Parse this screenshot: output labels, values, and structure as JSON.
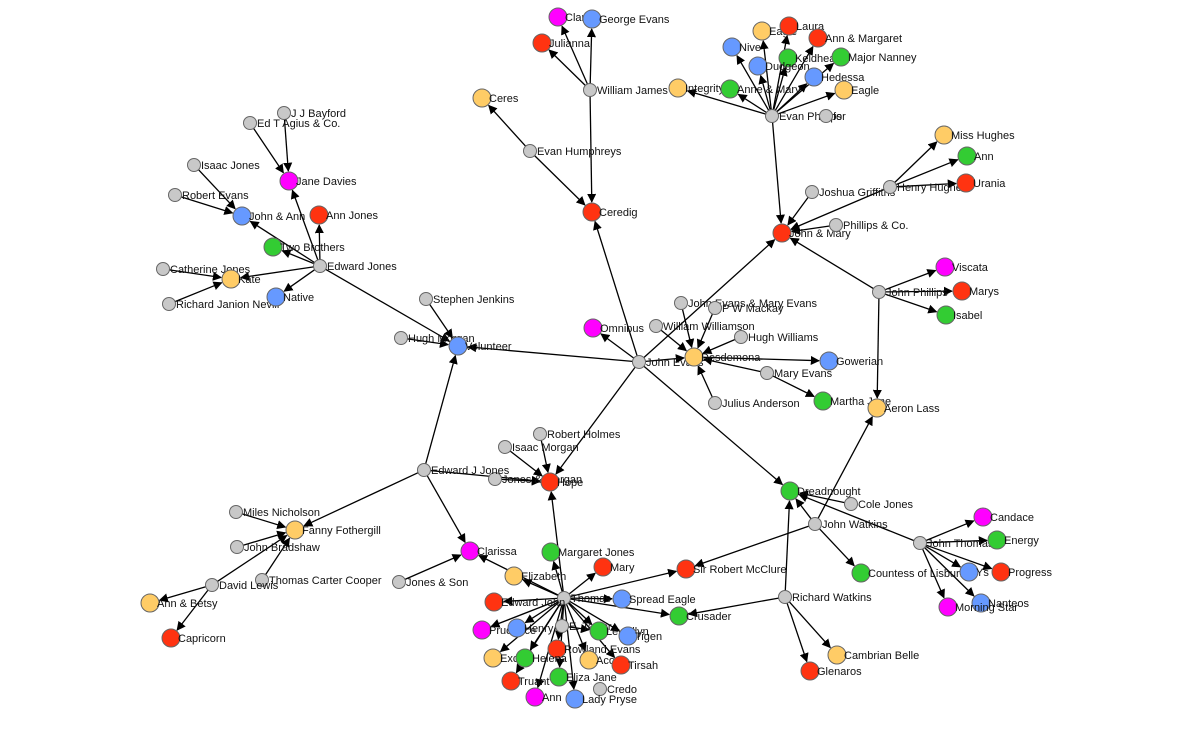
{
  "palette": {
    "owner": "#c8c8c8",
    "orange": "#ffcc66",
    "red": "#ff3311",
    "green": "#33cc33",
    "blue": "#6699ff",
    "magenta": "#ff00ff",
    "edge": "#000000",
    "label": "#111111"
  },
  "nodes": [
    {
      "id": "ceres",
      "label": "Ceres",
      "color": "orange"
    },
    {
      "id": "evan_humphreys",
      "label": "Evan Humphreys",
      "color": "owner"
    },
    {
      "id": "ceredig",
      "label": "Ceredig",
      "color": "red"
    },
    {
      "id": "william_james",
      "label": "William James",
      "color": "owner"
    },
    {
      "id": "clara",
      "label": "Clara",
      "color": "magenta"
    },
    {
      "id": "george_evans",
      "label": "George Evans",
      "color": "blue"
    },
    {
      "id": "julianna",
      "label": "Julianna",
      "color": "red"
    },
    {
      "id": "integrity",
      "label": "Integrity",
      "color": "orange"
    },
    {
      "id": "evan_phillips",
      "label": "Evan Phillips",
      "color": "owner"
    },
    {
      "id": "eagle_top",
      "label": "Eagle",
      "color": "orange"
    },
    {
      "id": "laura",
      "label": "Laura",
      "color": "red"
    },
    {
      "id": "ann_margaret",
      "label": "Ann & Margaret",
      "color": "red"
    },
    {
      "id": "nive",
      "label": "Nive",
      "color": "blue"
    },
    {
      "id": "keldhead",
      "label": "Keldhead",
      "color": "green"
    },
    {
      "id": "major_nanney",
      "label": "Major Nanney",
      "color": "green"
    },
    {
      "id": "dudgeon",
      "label": "Dudgeon",
      "color": "blue"
    },
    {
      "id": "hedessa",
      "label": "Hedessa",
      "color": "blue"
    },
    {
      "id": "eagle_right",
      "label": "Eagle",
      "color": "orange"
    },
    {
      "id": "anne_mary",
      "label": "Anne & Mary",
      "color": "green"
    },
    {
      "id": "for_node",
      "label": "for",
      "color": "owner"
    },
    {
      "id": "j_j_bayford",
      "label": "J J Bayford",
      "color": "owner"
    },
    {
      "id": "ed_agius",
      "label": "Ed T Agius & Co.",
      "color": "owner"
    },
    {
      "id": "jane_davies",
      "label": "Jane Davies",
      "color": "magenta"
    },
    {
      "id": "isaac_jones",
      "label": "Isaac Jones",
      "color": "owner"
    },
    {
      "id": "robert_evans",
      "label": "Robert Evans",
      "color": "owner"
    },
    {
      "id": "john_ann",
      "label": "John & Ann",
      "color": "blue"
    },
    {
      "id": "ann_jones",
      "label": "Ann Jones",
      "color": "red"
    },
    {
      "id": "two_brothers",
      "label": "Two Brothers",
      "color": "green"
    },
    {
      "id": "edward_jones",
      "label": "Edward Jones",
      "color": "owner"
    },
    {
      "id": "catherine_jones",
      "label": "Catherine Jones",
      "color": "owner"
    },
    {
      "id": "kate",
      "label": "Kate",
      "color": "orange"
    },
    {
      "id": "richard_janion",
      "label": "Richard Janion Nevill",
      "color": "owner"
    },
    {
      "id": "native",
      "label": "Native",
      "color": "blue"
    },
    {
      "id": "stephen_jenkins",
      "label": "Stephen Jenkins",
      "color": "owner"
    },
    {
      "id": "hugh_morgan",
      "label": "Hugh Morgan",
      "color": "owner"
    },
    {
      "id": "volunteer",
      "label": "Volunteer",
      "color": "blue"
    },
    {
      "id": "john_evans",
      "label": "John Evans",
      "color": "owner"
    },
    {
      "id": "omnibus",
      "label": "Omnibus",
      "color": "magenta"
    },
    {
      "id": "desdemona",
      "label": "Desdemona",
      "color": "orange"
    },
    {
      "id": "john_evans_mary",
      "label": "John Evans & Mary Evans",
      "color": "owner"
    },
    {
      "id": "p_w_mackay",
      "label": "P W Mackay",
      "color": "owner"
    },
    {
      "id": "william_williamson",
      "label": "William Williamson",
      "color": "owner"
    },
    {
      "id": "hugh_williams",
      "label": "Hugh Williams",
      "color": "owner"
    },
    {
      "id": "mary_evans",
      "label": "Mary Evans",
      "color": "owner"
    },
    {
      "id": "gowerian",
      "label": "Gowerian",
      "color": "blue"
    },
    {
      "id": "julius_anderson",
      "label": "Julius Anderson",
      "color": "owner"
    },
    {
      "id": "martha_jane",
      "label": "Martha Jane",
      "color": "green"
    },
    {
      "id": "joshua_griffiths",
      "label": "Joshua Griffiths",
      "color": "owner"
    },
    {
      "id": "john_mary",
      "label": "John & Mary",
      "color": "red"
    },
    {
      "id": "phillips_co",
      "label": "Phillips & Co.",
      "color": "owner"
    },
    {
      "id": "henry_hughes",
      "label": "Henry Hughes",
      "color": "owner"
    },
    {
      "id": "miss_hughes",
      "label": "Miss Hughes",
      "color": "orange"
    },
    {
      "id": "ann_right",
      "label": "Ann",
      "color": "green"
    },
    {
      "id": "urania",
      "label": "Urania",
      "color": "red"
    },
    {
      "id": "john_phillips",
      "label": "John Phillips",
      "color": "owner"
    },
    {
      "id": "viscata",
      "label": "Viscata",
      "color": "magenta"
    },
    {
      "id": "marys",
      "label": "Marys",
      "color": "red"
    },
    {
      "id": "isabel",
      "label": "Isabel",
      "color": "green"
    },
    {
      "id": "aeron_lass",
      "label": "Aeron Lass",
      "color": "orange"
    },
    {
      "id": "robert_holmes",
      "label": "Robert Holmes",
      "color": "owner"
    },
    {
      "id": "isaac_morgan",
      "label": "Isaac Morgan",
      "color": "owner"
    },
    {
      "id": "jones_morgan",
      "label": "Jones & Morgan",
      "color": "owner"
    },
    {
      "id": "hope",
      "label": "Hope",
      "color": "red"
    },
    {
      "id": "edward_j_jones",
      "label": "Edward J Jones",
      "color": "owner"
    },
    {
      "id": "miles_nicholson",
      "label": "Miles Nicholson",
      "color": "owner"
    },
    {
      "id": "fanny_fothergill",
      "label": "Fanny Fothergill",
      "color": "orange"
    },
    {
      "id": "john_bradshaw",
      "label": "John Bradshaw",
      "color": "owner"
    },
    {
      "id": "thomas_carter_cooper",
      "label": "Thomas Carter Cooper",
      "color": "owner"
    },
    {
      "id": "david_lewis",
      "label": "David Lewis",
      "color": "owner"
    },
    {
      "id": "ann_betsy",
      "label": "Ann & Betsy",
      "color": "orange"
    },
    {
      "id": "capricorn",
      "label": "Capricorn",
      "color": "red"
    },
    {
      "id": "clarissa",
      "label": "Clarissa",
      "color": "magenta"
    },
    {
      "id": "jones_son",
      "label": "Jones & Son",
      "color": "owner"
    },
    {
      "id": "elizabeth",
      "label": "Elizabeth",
      "color": "orange"
    },
    {
      "id": "margaret_jones",
      "label": "Margaret Jones",
      "color": "green"
    },
    {
      "id": "mary_bottom",
      "label": "Mary",
      "color": "red"
    },
    {
      "id": "thomas",
      "label": "Thomas",
      "color": "owner"
    },
    {
      "id": "edward_john",
      "label": "Edward John",
      "color": "red"
    },
    {
      "id": "spread_eagle",
      "label": "Spread Eagle",
      "color": "blue"
    },
    {
      "id": "prudence",
      "label": "Prudence",
      "color": "magenta"
    },
    {
      "id": "henry",
      "label": "Henry",
      "color": "blue"
    },
    {
      "id": "el_taylor",
      "label": "E. Taylor",
      "color": "owner"
    },
    {
      "id": "lewellyn",
      "label": "Lewellyn",
      "color": "green"
    },
    {
      "id": "tigen",
      "label": "Tigen",
      "color": "blue"
    },
    {
      "id": "rowland_evans",
      "label": "Rowland Evans",
      "color": "red"
    },
    {
      "id": "excel",
      "label": "Excel",
      "color": "orange"
    },
    {
      "id": "helena",
      "label": "Helena",
      "color": "green"
    },
    {
      "id": "acorn",
      "label": "Acorn",
      "color": "orange"
    },
    {
      "id": "tirsah",
      "label": "Tirsah",
      "color": "red"
    },
    {
      "id": "truant",
      "label": "Truant",
      "color": "red"
    },
    {
      "id": "eliza_jane",
      "label": "Eliza Jane",
      "color": "green"
    },
    {
      "id": "credo",
      "label": "Credo",
      "color": "owner"
    },
    {
      "id": "ann_bottom",
      "label": "Ann",
      "color": "magenta"
    },
    {
      "id": "lady_pryse",
      "label": "Lady Pryse",
      "color": "blue"
    },
    {
      "id": "crusader",
      "label": "Crusader",
      "color": "green"
    },
    {
      "id": "sir_robert_mcclure",
      "label": "Sir Robert McClure",
      "color": "red"
    },
    {
      "id": "richard_watkins",
      "label": "Richard Watkins",
      "color": "owner"
    },
    {
      "id": "cambrian_belle",
      "label": "Cambrian Belle",
      "color": "orange"
    },
    {
      "id": "glenaros",
      "label": "Glenaros",
      "color": "red"
    },
    {
      "id": "dreadnought",
      "label": "Dreadnought",
      "color": "green"
    },
    {
      "id": "cole_jones",
      "label": "Cole Jones",
      "color": "owner"
    },
    {
      "id": "john_watkins",
      "label": "John Watkins",
      "color": "owner"
    },
    {
      "id": "countess_lisburne",
      "label": "Countess of Lisburne",
      "color": "green"
    },
    {
      "id": "john_thomas",
      "label": "John Thomas",
      "color": "owner"
    },
    {
      "id": "candace",
      "label": "Candace",
      "color": "magenta"
    },
    {
      "id": "energy",
      "label": "Energy",
      "color": "green"
    },
    {
      "id": "progress",
      "label": "Progress",
      "color": "red"
    },
    {
      "id": "ys_node",
      "label": "Ys",
      "color": "blue"
    },
    {
      "id": "nanteos",
      "label": "Nanteos",
      "color": "blue"
    },
    {
      "id": "morning_star",
      "label": "Morning Star",
      "color": "magenta"
    }
  ],
  "edges": [
    [
      "evan_humphreys",
      "ceres"
    ],
    [
      "evan_humphreys",
      "ceredig"
    ],
    [
      "william_james",
      "ceredig"
    ],
    [
      "william_james",
      "clara"
    ],
    [
      "william_james",
      "george_evans"
    ],
    [
      "william_james",
      "julianna"
    ],
    [
      "evan_phillips",
      "integrity"
    ],
    [
      "evan_phillips",
      "eagle_top"
    ],
    [
      "evan_phillips",
      "laura"
    ],
    [
      "evan_phillips",
      "ann_margaret"
    ],
    [
      "evan_phillips",
      "nive"
    ],
    [
      "evan_phillips",
      "keldhead"
    ],
    [
      "evan_phillips",
      "major_nanney"
    ],
    [
      "evan_phillips",
      "dudgeon"
    ],
    [
      "evan_phillips",
      "hedessa"
    ],
    [
      "evan_phillips",
      "eagle_right"
    ],
    [
      "evan_phillips",
      "anne_mary"
    ],
    [
      "evan_phillips",
      "john_mary"
    ],
    [
      "j_j_bayford",
      "jane_davies"
    ],
    [
      "ed_agius",
      "jane_davies"
    ],
    [
      "isaac_jones",
      "john_ann"
    ],
    [
      "robert_evans",
      "john_ann"
    ],
    [
      "edward_jones",
      "john_ann"
    ],
    [
      "edward_jones",
      "ann_jones"
    ],
    [
      "edward_jones",
      "two_brothers"
    ],
    [
      "edward_jones",
      "kate"
    ],
    [
      "edward_jones",
      "native"
    ],
    [
      "edward_jones",
      "jane_davies"
    ],
    [
      "edward_jones",
      "volunteer"
    ],
    [
      "catherine_jones",
      "kate"
    ],
    [
      "richard_janion",
      "kate"
    ],
    [
      "stephen_jenkins",
      "volunteer"
    ],
    [
      "hugh_morgan",
      "volunteer"
    ],
    [
      "john_evans",
      "volunteer"
    ],
    [
      "john_evans",
      "ceredig"
    ],
    [
      "john_evans",
      "omnibus"
    ],
    [
      "john_evans",
      "desdemona"
    ],
    [
      "john_evans",
      "john_mary"
    ],
    [
      "john_evans",
      "hope"
    ],
    [
      "john_evans",
      "dreadnought"
    ],
    [
      "john_evans_mary",
      "desdemona"
    ],
    [
      "p_w_mackay",
      "desdemona"
    ],
    [
      "william_williamson",
      "desdemona"
    ],
    [
      "hugh_williams",
      "desdemona"
    ],
    [
      "mary_evans",
      "desdemona"
    ],
    [
      "julius_anderson",
      "desdemona"
    ],
    [
      "desdemona",
      "gowerian"
    ],
    [
      "mary_evans",
      "martha_jane"
    ],
    [
      "joshua_griffiths",
      "john_mary"
    ],
    [
      "phillips_co",
      "john_mary"
    ],
    [
      "henry_hughes",
      "john_mary"
    ],
    [
      "henry_hughes",
      "miss_hughes"
    ],
    [
      "henry_hughes",
      "ann_right"
    ],
    [
      "henry_hughes",
      "urania"
    ],
    [
      "john_phillips",
      "john_mary"
    ],
    [
      "john_phillips",
      "viscata"
    ],
    [
      "john_phillips",
      "marys"
    ],
    [
      "john_phillips",
      "isabel"
    ],
    [
      "john_phillips",
      "aeron_lass"
    ],
    [
      "robert_holmes",
      "hope"
    ],
    [
      "isaac_morgan",
      "hope"
    ],
    [
      "jones_morgan",
      "hope"
    ],
    [
      "edward_j_jones",
      "hope"
    ],
    [
      "edward_j_jones",
      "volunteer"
    ],
    [
      "edward_j_jones",
      "clarissa"
    ],
    [
      "edward_j_jones",
      "fanny_fothergill"
    ],
    [
      "miles_nicholson",
      "fanny_fothergill"
    ],
    [
      "john_bradshaw",
      "fanny_fothergill"
    ],
    [
      "thomas_carter_cooper",
      "fanny_fothergill"
    ],
    [
      "david_lewis",
      "fanny_fothergill"
    ],
    [
      "david_lewis",
      "ann_betsy"
    ],
    [
      "david_lewis",
      "capricorn"
    ],
    [
      "jones_son",
      "clarissa"
    ],
    [
      "thomas",
      "clarissa"
    ],
    [
      "thomas",
      "elizabeth"
    ],
    [
      "thomas",
      "margaret_jones"
    ],
    [
      "thomas",
      "mary_bottom"
    ],
    [
      "thomas",
      "edward_john"
    ],
    [
      "thomas",
      "spread_eagle"
    ],
    [
      "thomas",
      "prudence"
    ],
    [
      "thomas",
      "henry"
    ],
    [
      "thomas",
      "lewellyn"
    ],
    [
      "thomas",
      "tigen"
    ],
    [
      "thomas",
      "rowland_evans"
    ],
    [
      "thomas",
      "excel"
    ],
    [
      "thomas",
      "helena"
    ],
    [
      "thomas",
      "acorn"
    ],
    [
      "thomas",
      "tirsah"
    ],
    [
      "thomas",
      "truant"
    ],
    [
      "thomas",
      "eliza_jane"
    ],
    [
      "thomas",
      "ann_bottom"
    ],
    [
      "thomas",
      "lady_pryse"
    ],
    [
      "thomas",
      "crusader"
    ],
    [
      "thomas",
      "sir_robert_mcclure"
    ],
    [
      "thomas",
      "hope"
    ],
    [
      "el_taylor",
      "lewellyn"
    ],
    [
      "richard_watkins",
      "crusader"
    ],
    [
      "richard_watkins",
      "cambrian_belle"
    ],
    [
      "richard_watkins",
      "glenaros"
    ],
    [
      "richard_watkins",
      "dreadnought"
    ],
    [
      "john_watkins",
      "dreadnought"
    ],
    [
      "john_watkins",
      "aeron_lass"
    ],
    [
      "john_watkins",
      "countess_lisburne"
    ],
    [
      "john_watkins",
      "sir_robert_mcclure"
    ],
    [
      "cole_jones",
      "dreadnought"
    ],
    [
      "john_thomas",
      "dreadnought"
    ],
    [
      "john_thomas",
      "candace"
    ],
    [
      "john_thomas",
      "energy"
    ],
    [
      "john_thomas",
      "progress"
    ],
    [
      "john_thomas",
      "ys_node"
    ],
    [
      "john_thomas",
      "nanteos"
    ],
    [
      "john_thomas",
      "morning_star"
    ]
  ]
}
